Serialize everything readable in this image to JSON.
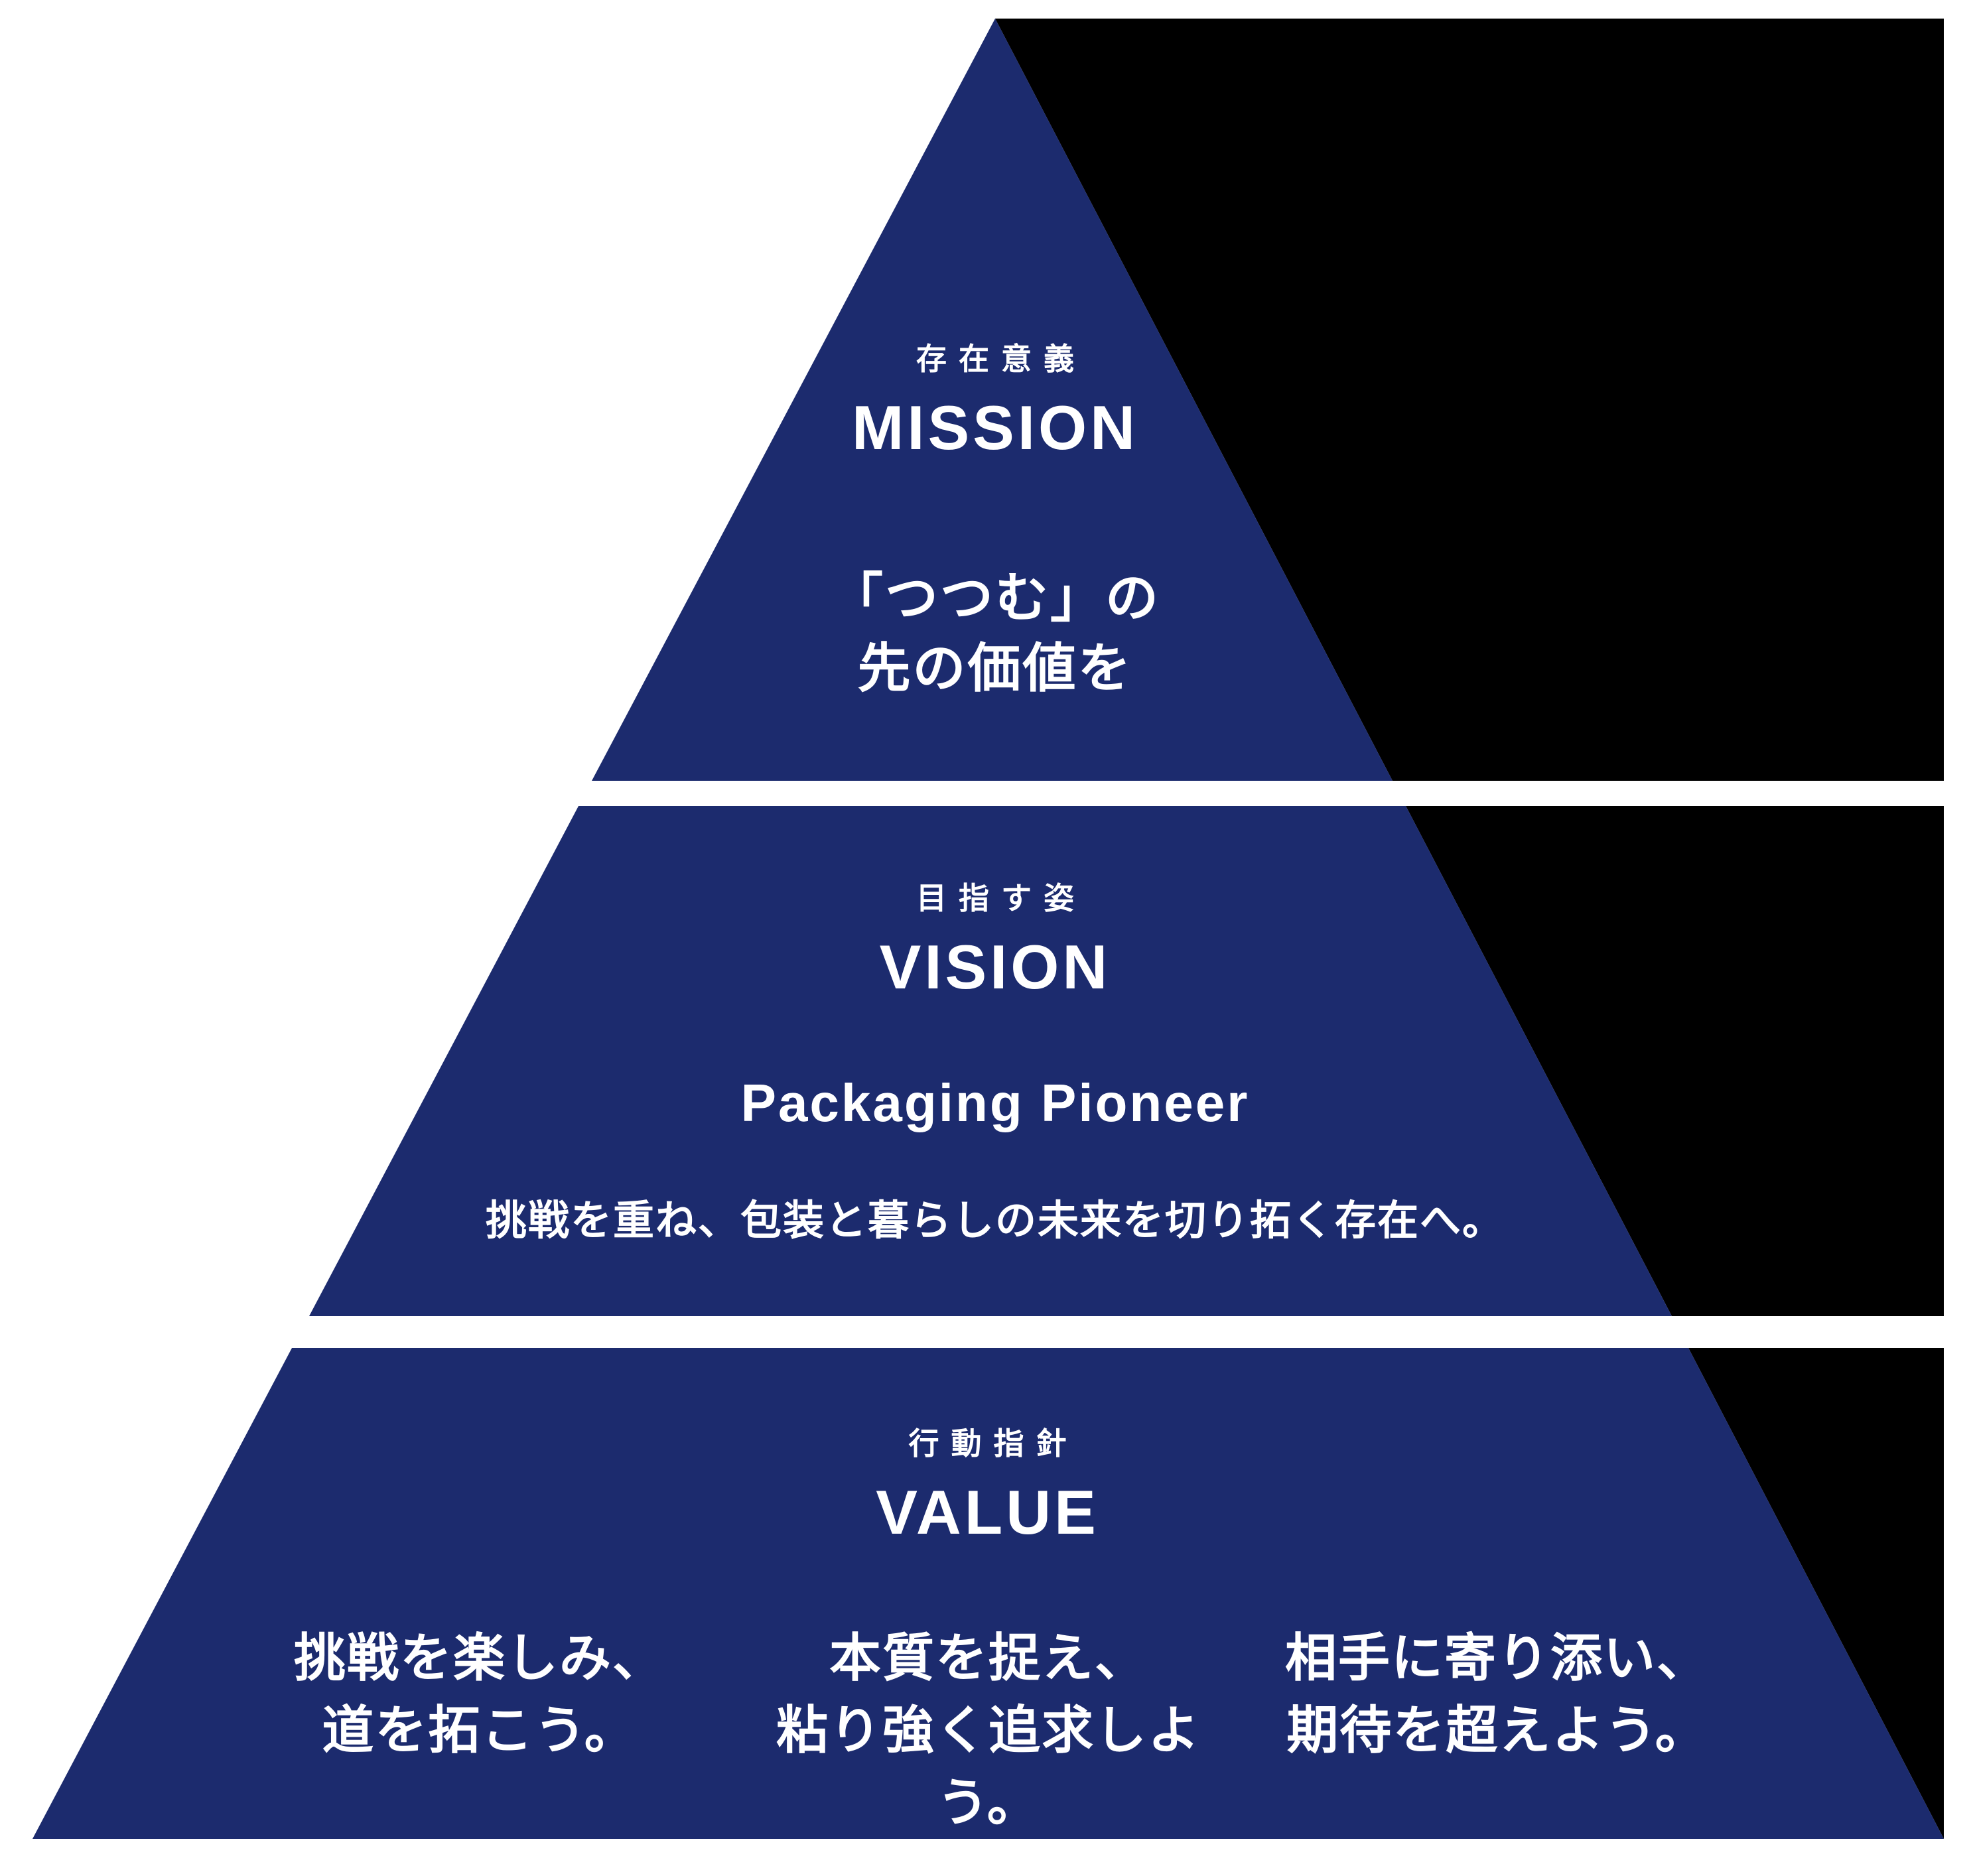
{
  "colors": {
    "pyramid_navy": "#1c2b6e",
    "backdrop_black": "#000000",
    "background_white": "#ffffff",
    "text_white": "#ffffff"
  },
  "pyramid": {
    "tiers": [
      {
        "label_jp": "存在意義",
        "title": "MISSION",
        "body_line1": "「つつむ」の",
        "body_line2": "先の価値を"
      },
      {
        "label_jp": "目指す姿",
        "title": "VISION",
        "subtitle": "Packaging Pioneer",
        "description": "挑戦を重ね、包装と暮らしの未来を切り拓く存在へ。"
      },
      {
        "label_jp": "行動指針",
        "title": "VALUE",
        "values": [
          {
            "line1": "挑戦を楽しみ、",
            "line2": "道を拓こう。"
          },
          {
            "line1": "本質を捉え、",
            "line2": "粘り強く追求しよう。"
          },
          {
            "line1": "相手に寄り添い、",
            "line2": "期待を超えよう。"
          }
        ]
      }
    ]
  }
}
